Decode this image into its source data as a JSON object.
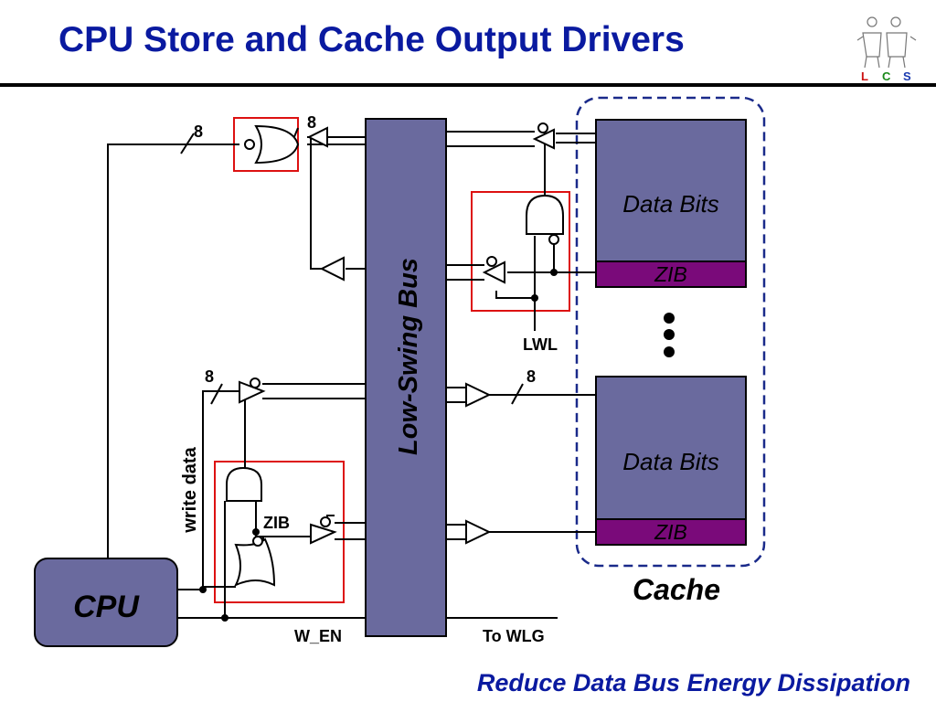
{
  "slide": {
    "title": "CPU Store and Cache Output Drivers",
    "footer": "Reduce Data Bus Energy Dissipation"
  },
  "logo": {
    "letters": [
      "L",
      "C",
      "S"
    ],
    "colors": [
      "#cc1111",
      "#1a8a1a",
      "#1a3ab0"
    ]
  },
  "colors": {
    "title": "#0a1aa0",
    "block_fill": "#6a6a9e",
    "zib_fill": "#7a0a7a",
    "highlight_box": "#dd1111",
    "cache_boundary": "#1a2a8a"
  },
  "diagram": {
    "bus_label": "Low-Swing Bus",
    "cpu_label": "CPU",
    "cache_label": "Cache",
    "data_bits_top": "Data Bits",
    "data_bits_bottom": "Data Bits",
    "zib_top": "ZIB",
    "zib_bottom": "ZIB",
    "zib_signal": "ZIB",
    "width_top_left": "8",
    "width_top_gate": "8",
    "width_write": "8",
    "width_right": "8",
    "write_data": "write data",
    "lwl": "LWL",
    "w_en": "W_EN",
    "to_wlg": "To WLG"
  }
}
